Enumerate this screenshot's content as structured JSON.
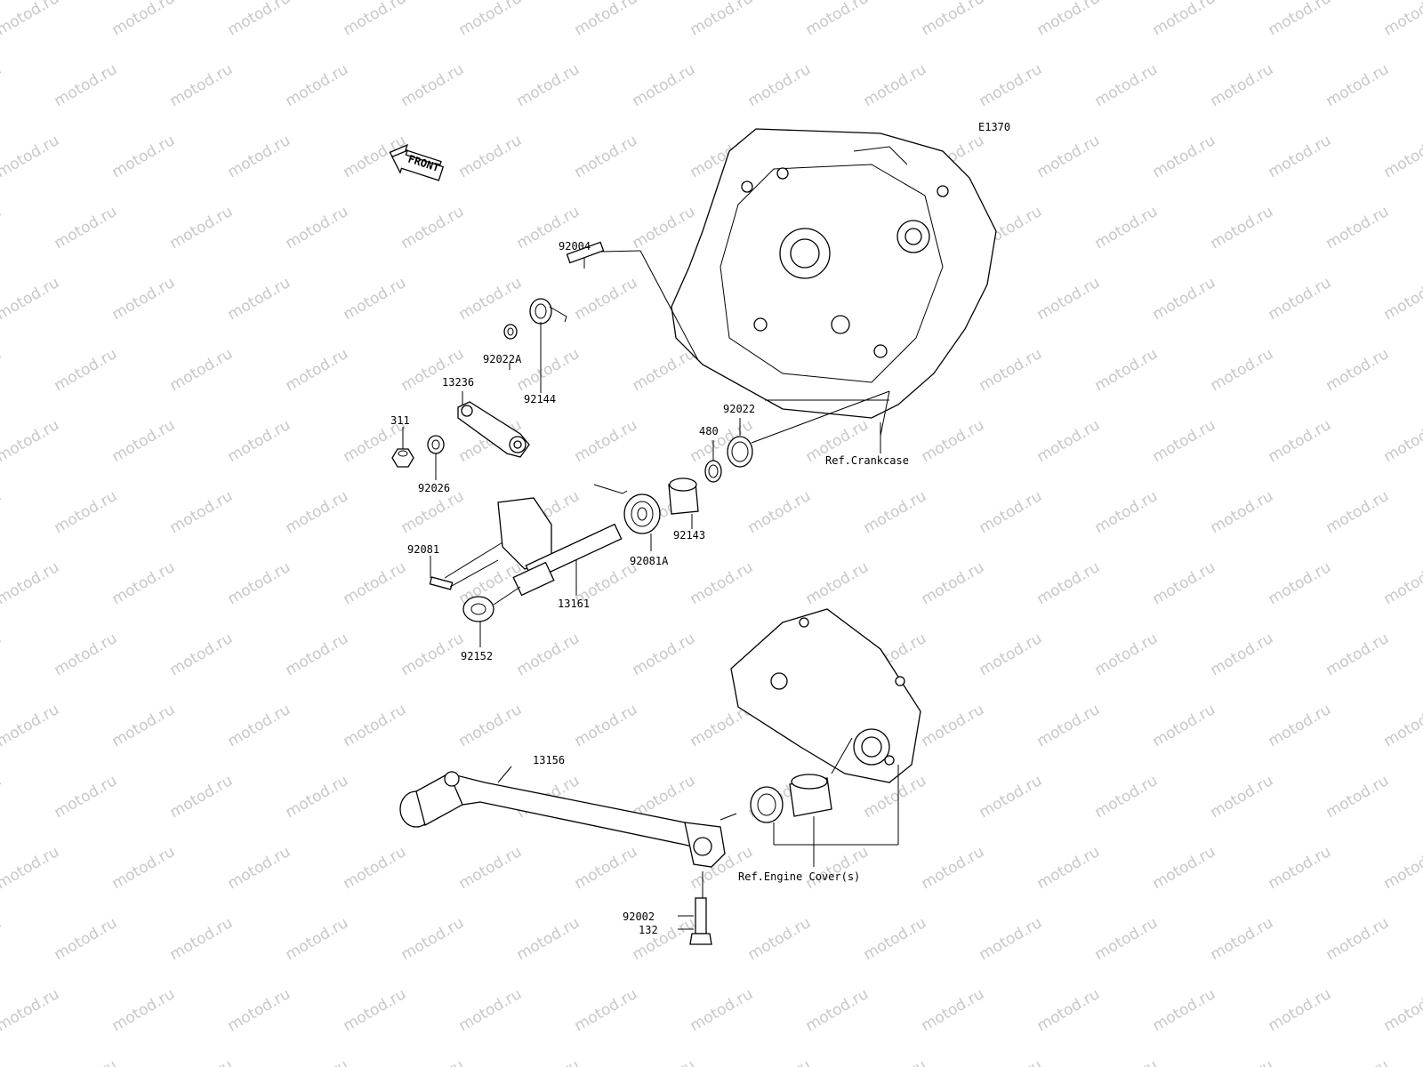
{
  "diagram_code": "E1370",
  "front_label": "FRONT",
  "watermark_text": "motod.ru",
  "parts": {
    "p92004": "92004",
    "p92022A": "92022A",
    "p13236": "13236",
    "p92144": "92144",
    "p311": "311",
    "p92026": "92026",
    "p92022": "92022",
    "p480": "480",
    "p92143": "92143",
    "p92081A": "92081A",
    "p92081": "92081",
    "p13161": "13161",
    "p92152": "92152",
    "p13156": "13156",
    "p92002": "92002",
    "p132": "132"
  },
  "refs": {
    "crankcase": "Ref.Crankcase",
    "engine_cover": "Ref.Engine Cover(s)"
  },
  "colors": {
    "line": "#000000",
    "watermark": "#c8c8c8",
    "background": "#ffffff"
  }
}
